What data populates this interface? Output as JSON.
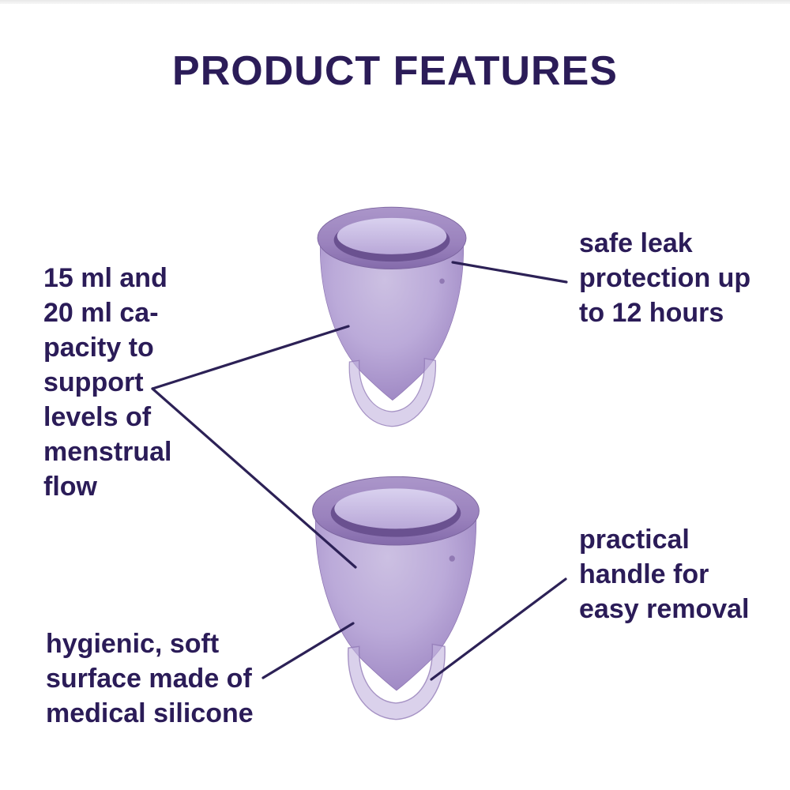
{
  "page": {
    "title": "PRODUCT FEATURES"
  },
  "annotations": {
    "capacity": "15 ml and\n20 ml ca-\npacity to\nsupport\nlevels of\nmenstrual\nflow",
    "leak": "safe leak\nprotection up\nto 12 hours",
    "handle": "practical\nhandle for\neasy removal",
    "surface": "hygienic, soft\nsurface made of\nmedical silicone"
  },
  "products": {
    "upper_cup": "small menstrual cup (15 ml)",
    "lower_cup": "large menstrual cup (20 ml)"
  },
  "colors": {
    "text": "#2b1c58",
    "callout_line": "#2c2156",
    "cup_body_light": "#cbbde0",
    "cup_body_mid": "#b3a0d2",
    "cup_body_edge": "#8d74b2",
    "cup_rim_dark": "#6a5190",
    "cup_opening_light": "#d8d0ee",
    "background": "#ffffff"
  }
}
